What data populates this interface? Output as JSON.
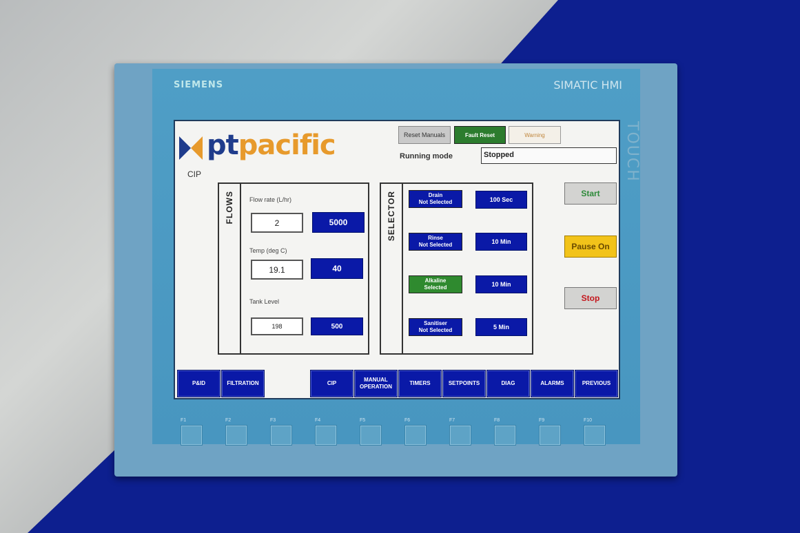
{
  "device": {
    "brand": "SIEMENS",
    "model": "SIMATIC HMI",
    "touch_label": "TOUCH"
  },
  "fkeys": [
    "F1",
    "F2",
    "F3",
    "F4",
    "F5",
    "F6",
    "F7",
    "F8",
    "F9",
    "F10"
  ],
  "screen": {
    "logo": {
      "part1": "pt",
      "part2": "pacific"
    },
    "page_label": "CIP",
    "top_buttons": {
      "reset_manuals": "Reset Manuals",
      "fault_reset": "Fault Reset",
      "warning": "Warning"
    },
    "running_mode": {
      "label": "Running mode",
      "value": "Stopped"
    },
    "flows": {
      "title": "FLOWS",
      "flow_rate": {
        "label": "Flow rate (L/hr)",
        "value": "2",
        "setpoint": "5000"
      },
      "temp": {
        "label": "Temp (deg C)",
        "value": "19.1",
        "setpoint": "40"
      },
      "tank_level": {
        "label": "Tank Level",
        "value": "198",
        "setpoint": "500"
      }
    },
    "selector": {
      "title": "SELECTOR",
      "rows": [
        {
          "name": "Drain",
          "state": "Not Selected",
          "time": "100 Sec"
        },
        {
          "name": "Rinse",
          "state": "Not Selected",
          "time": "10 Min"
        },
        {
          "name": "Alkaline",
          "state": "Selected",
          "time": "10 Min"
        },
        {
          "name": "Sanitiser",
          "state": "Not Selected",
          "time": "5 Min"
        }
      ]
    },
    "controls": {
      "start": "Start",
      "pause": "Pause On",
      "stop": "Stop"
    },
    "nav": {
      "pid": "P&ID",
      "filtration": "FILTRATION",
      "cip": "CIP",
      "manual": "MANUAL OPERATION",
      "timers": "TIMERS",
      "setpoints": "SETPOINTS",
      "diag": "DIAG",
      "alarms": "ALARMS",
      "previous": "PREVIOUS"
    }
  },
  "colors": {
    "button_blue": "#0a19a7",
    "selected_green": "#2f8a2f",
    "pause_yellow": "#f2c31a",
    "stop_red": "#c4161c",
    "start_green": "#2e8a3a"
  }
}
